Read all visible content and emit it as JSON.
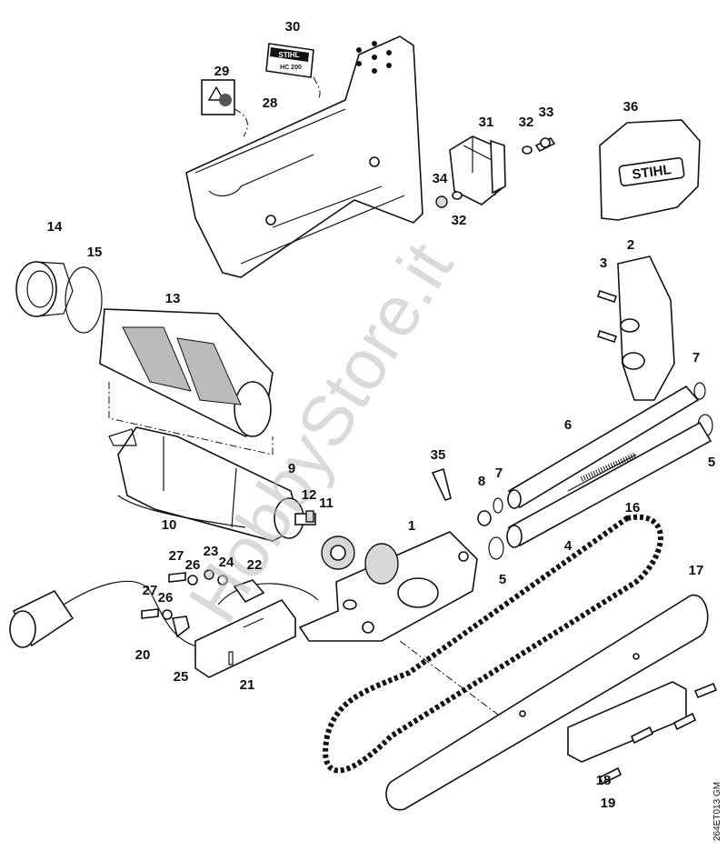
{
  "diagram": {
    "title": "Parts diagram",
    "drawing_code": "264ET013 GM",
    "watermark": "HobbyStore.it",
    "decal_text": {
      "brand": "STIHL",
      "model": "HC 200"
    },
    "cover_brand": "STIHL",
    "callouts": [
      {
        "id": "c30",
        "label": "30"
      },
      {
        "id": "c29",
        "label": "29"
      },
      {
        "id": "c28",
        "label": "28"
      },
      {
        "id": "c31",
        "label": "31"
      },
      {
        "id": "c32a",
        "label": "32"
      },
      {
        "id": "c33",
        "label": "33"
      },
      {
        "id": "c36",
        "label": "36"
      },
      {
        "id": "c34",
        "label": "34"
      },
      {
        "id": "c32b",
        "label": "32"
      },
      {
        "id": "c14",
        "label": "14"
      },
      {
        "id": "c15",
        "label": "15"
      },
      {
        "id": "c13",
        "label": "13"
      },
      {
        "id": "c2",
        "label": "2"
      },
      {
        "id": "c3",
        "label": "3"
      },
      {
        "id": "c7a",
        "label": "7"
      },
      {
        "id": "c6",
        "label": "6"
      },
      {
        "id": "c5a",
        "label": "5"
      },
      {
        "id": "c9",
        "label": "9"
      },
      {
        "id": "c35",
        "label": "35"
      },
      {
        "id": "c8",
        "label": "8"
      },
      {
        "id": "c7b",
        "label": "7"
      },
      {
        "id": "c12",
        "label": "12"
      },
      {
        "id": "c11",
        "label": "11"
      },
      {
        "id": "c1",
        "label": "1"
      },
      {
        "id": "c16",
        "label": "16"
      },
      {
        "id": "c4",
        "label": "4"
      },
      {
        "id": "c5b",
        "label": "5"
      },
      {
        "id": "c17",
        "label": "17"
      },
      {
        "id": "c27a",
        "label": "27"
      },
      {
        "id": "c23",
        "label": "23"
      },
      {
        "id": "c26a",
        "label": "26"
      },
      {
        "id": "c24",
        "label": "24"
      },
      {
        "id": "c22",
        "label": "22"
      },
      {
        "id": "c27b",
        "label": "27"
      },
      {
        "id": "c26b",
        "label": "26"
      },
      {
        "id": "c10",
        "label": "10"
      },
      {
        "id": "c20",
        "label": "20"
      },
      {
        "id": "c25",
        "label": "25"
      },
      {
        "id": "c21",
        "label": "21"
      },
      {
        "id": "c18",
        "label": "18"
      },
      {
        "id": "c19",
        "label": "19"
      }
    ]
  }
}
